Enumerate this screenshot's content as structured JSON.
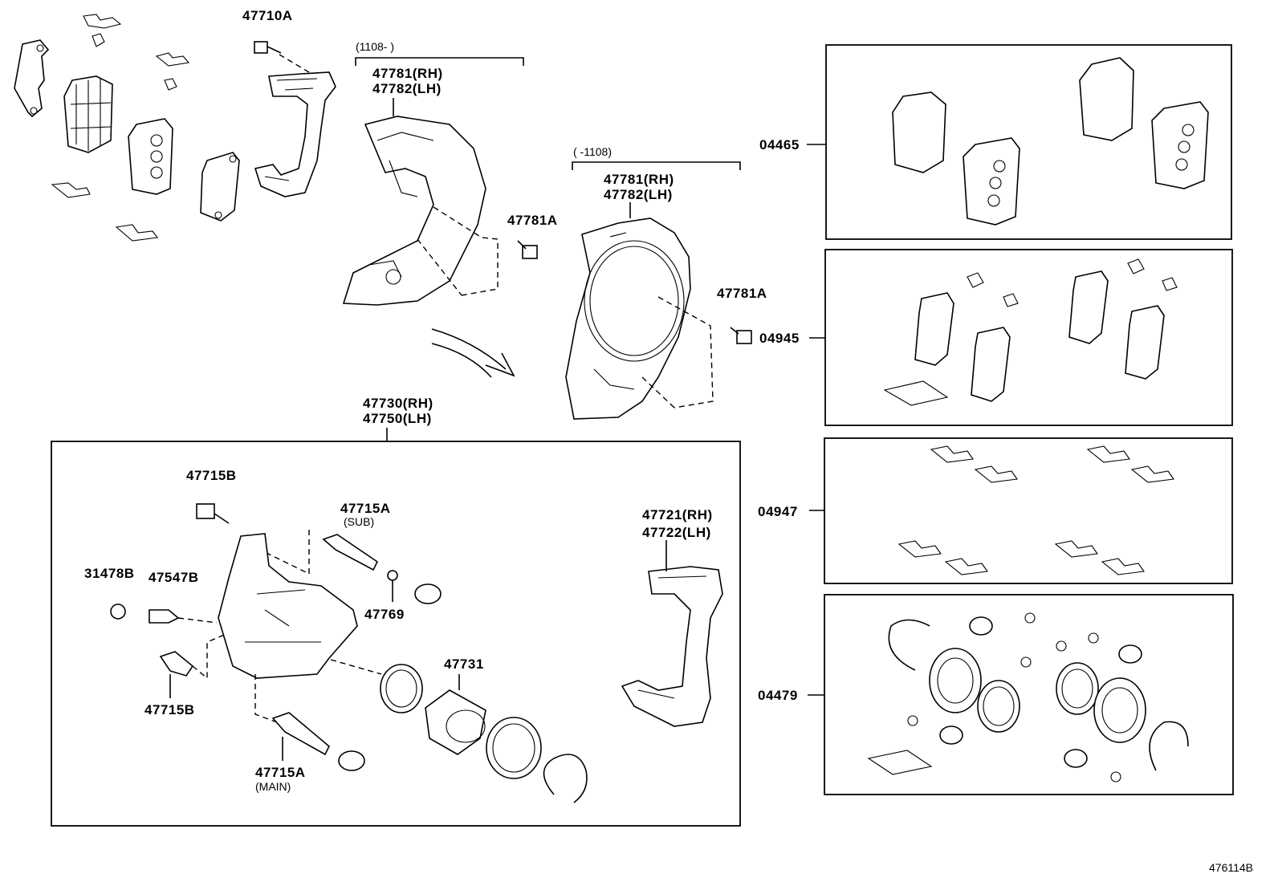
{
  "labels": {
    "p47710A": "47710A",
    "range_new": "(1108-      )",
    "p47781_rh_a": "47781(RH)",
    "p47782_lh_a": "47782(LH)",
    "p47781A_a": "47781A",
    "range_old": "(     -1108)",
    "p47781_rh_b": "47781(RH)",
    "p47782_lh_b": "47782(LH)",
    "p47781A_b": "47781A",
    "p47730_rh": "47730(RH)",
    "p47750_lh": "47750(LH)",
    "p47715B_top": "47715B",
    "p47715A_sub": "47715A",
    "sub_note": "(SUB)",
    "p31478B": "31478B",
    "p47547B": "47547B",
    "p47769": "47769",
    "p47731": "47731",
    "p47715B_bot": "47715B",
    "p47715A_main": "47715A",
    "main_note": "(MAIN)",
    "p47721_rh": "47721(RH)",
    "p47722_lh": "47722(LH)",
    "kit_04465": "04465",
    "kit_04945": "04945",
    "kit_04947": "04947",
    "kit_04479": "04479",
    "ref": "476114B"
  }
}
